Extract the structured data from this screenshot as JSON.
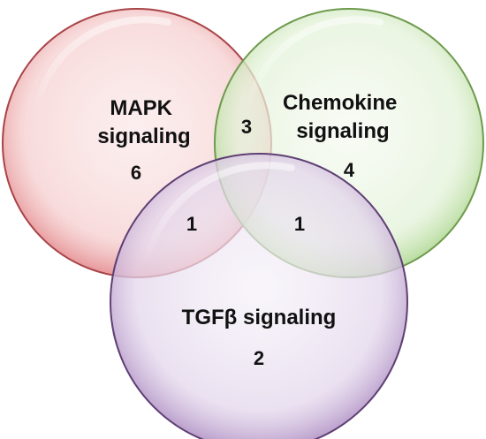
{
  "sets": [
    {
      "id": "mapk",
      "label_lines": [
        "MAPK",
        "signaling"
      ],
      "color": "#e05b60",
      "count": "6"
    },
    {
      "id": "chemokine",
      "label_lines": [
        "Chemokine",
        "signaling"
      ],
      "color": "#8cc46a",
      "count": "4"
    },
    {
      "id": "tgfb",
      "label_lines": [
        "TGFβ signaling"
      ],
      "color": "#9a73b0",
      "count": "2"
    }
  ],
  "intersections": {
    "mapk_chemokine": "3",
    "mapk_tgfb": "1",
    "chemokine_tgfb": "1"
  }
}
